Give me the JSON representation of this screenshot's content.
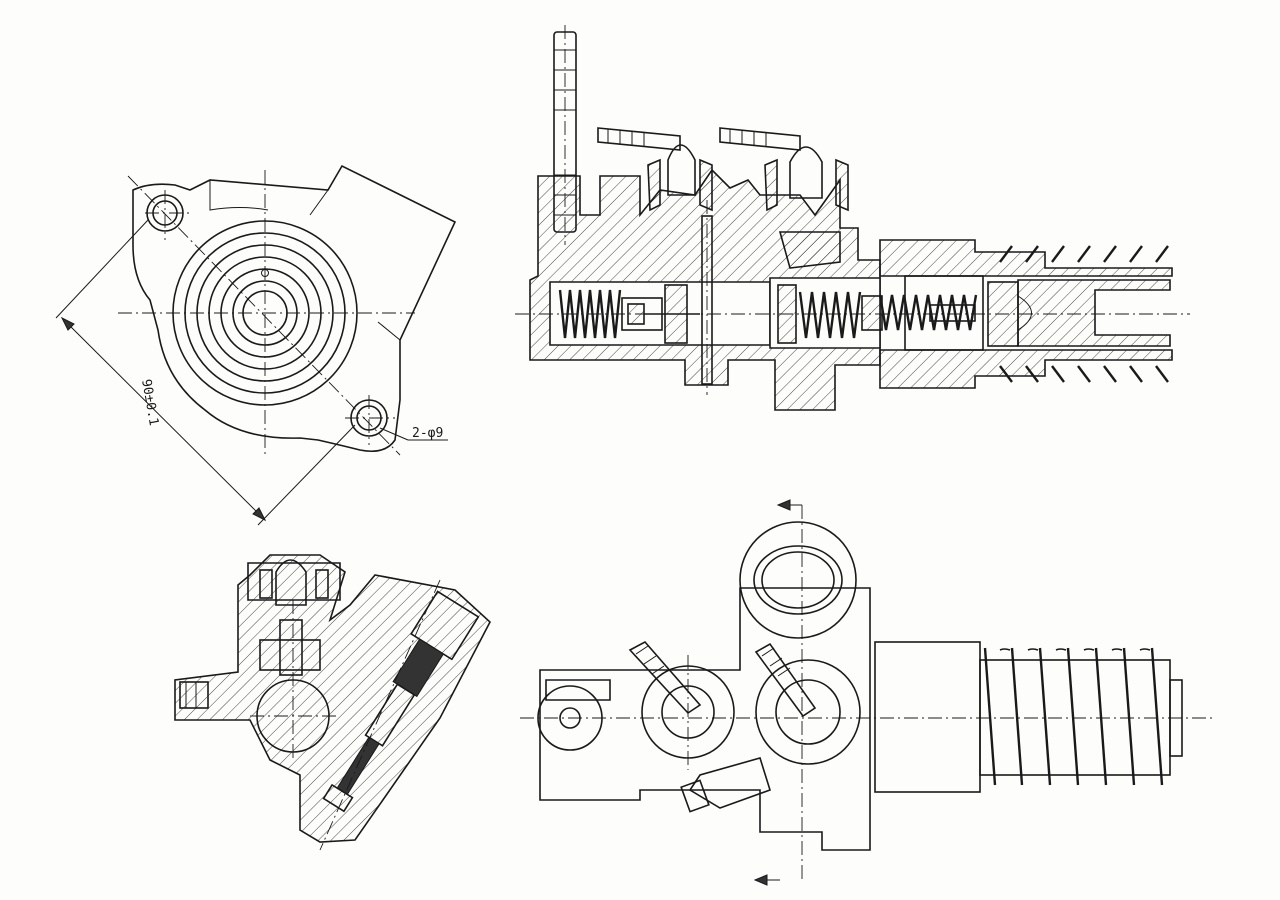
{
  "annotations": {
    "distance": "90±0.1",
    "holes": "2-φ9"
  },
  "views": [
    "front-end-view",
    "longitudinal-section",
    "side-section",
    "top-view"
  ],
  "colors": {
    "line": "#1a1a1a",
    "paper": "#fdfdfb"
  }
}
